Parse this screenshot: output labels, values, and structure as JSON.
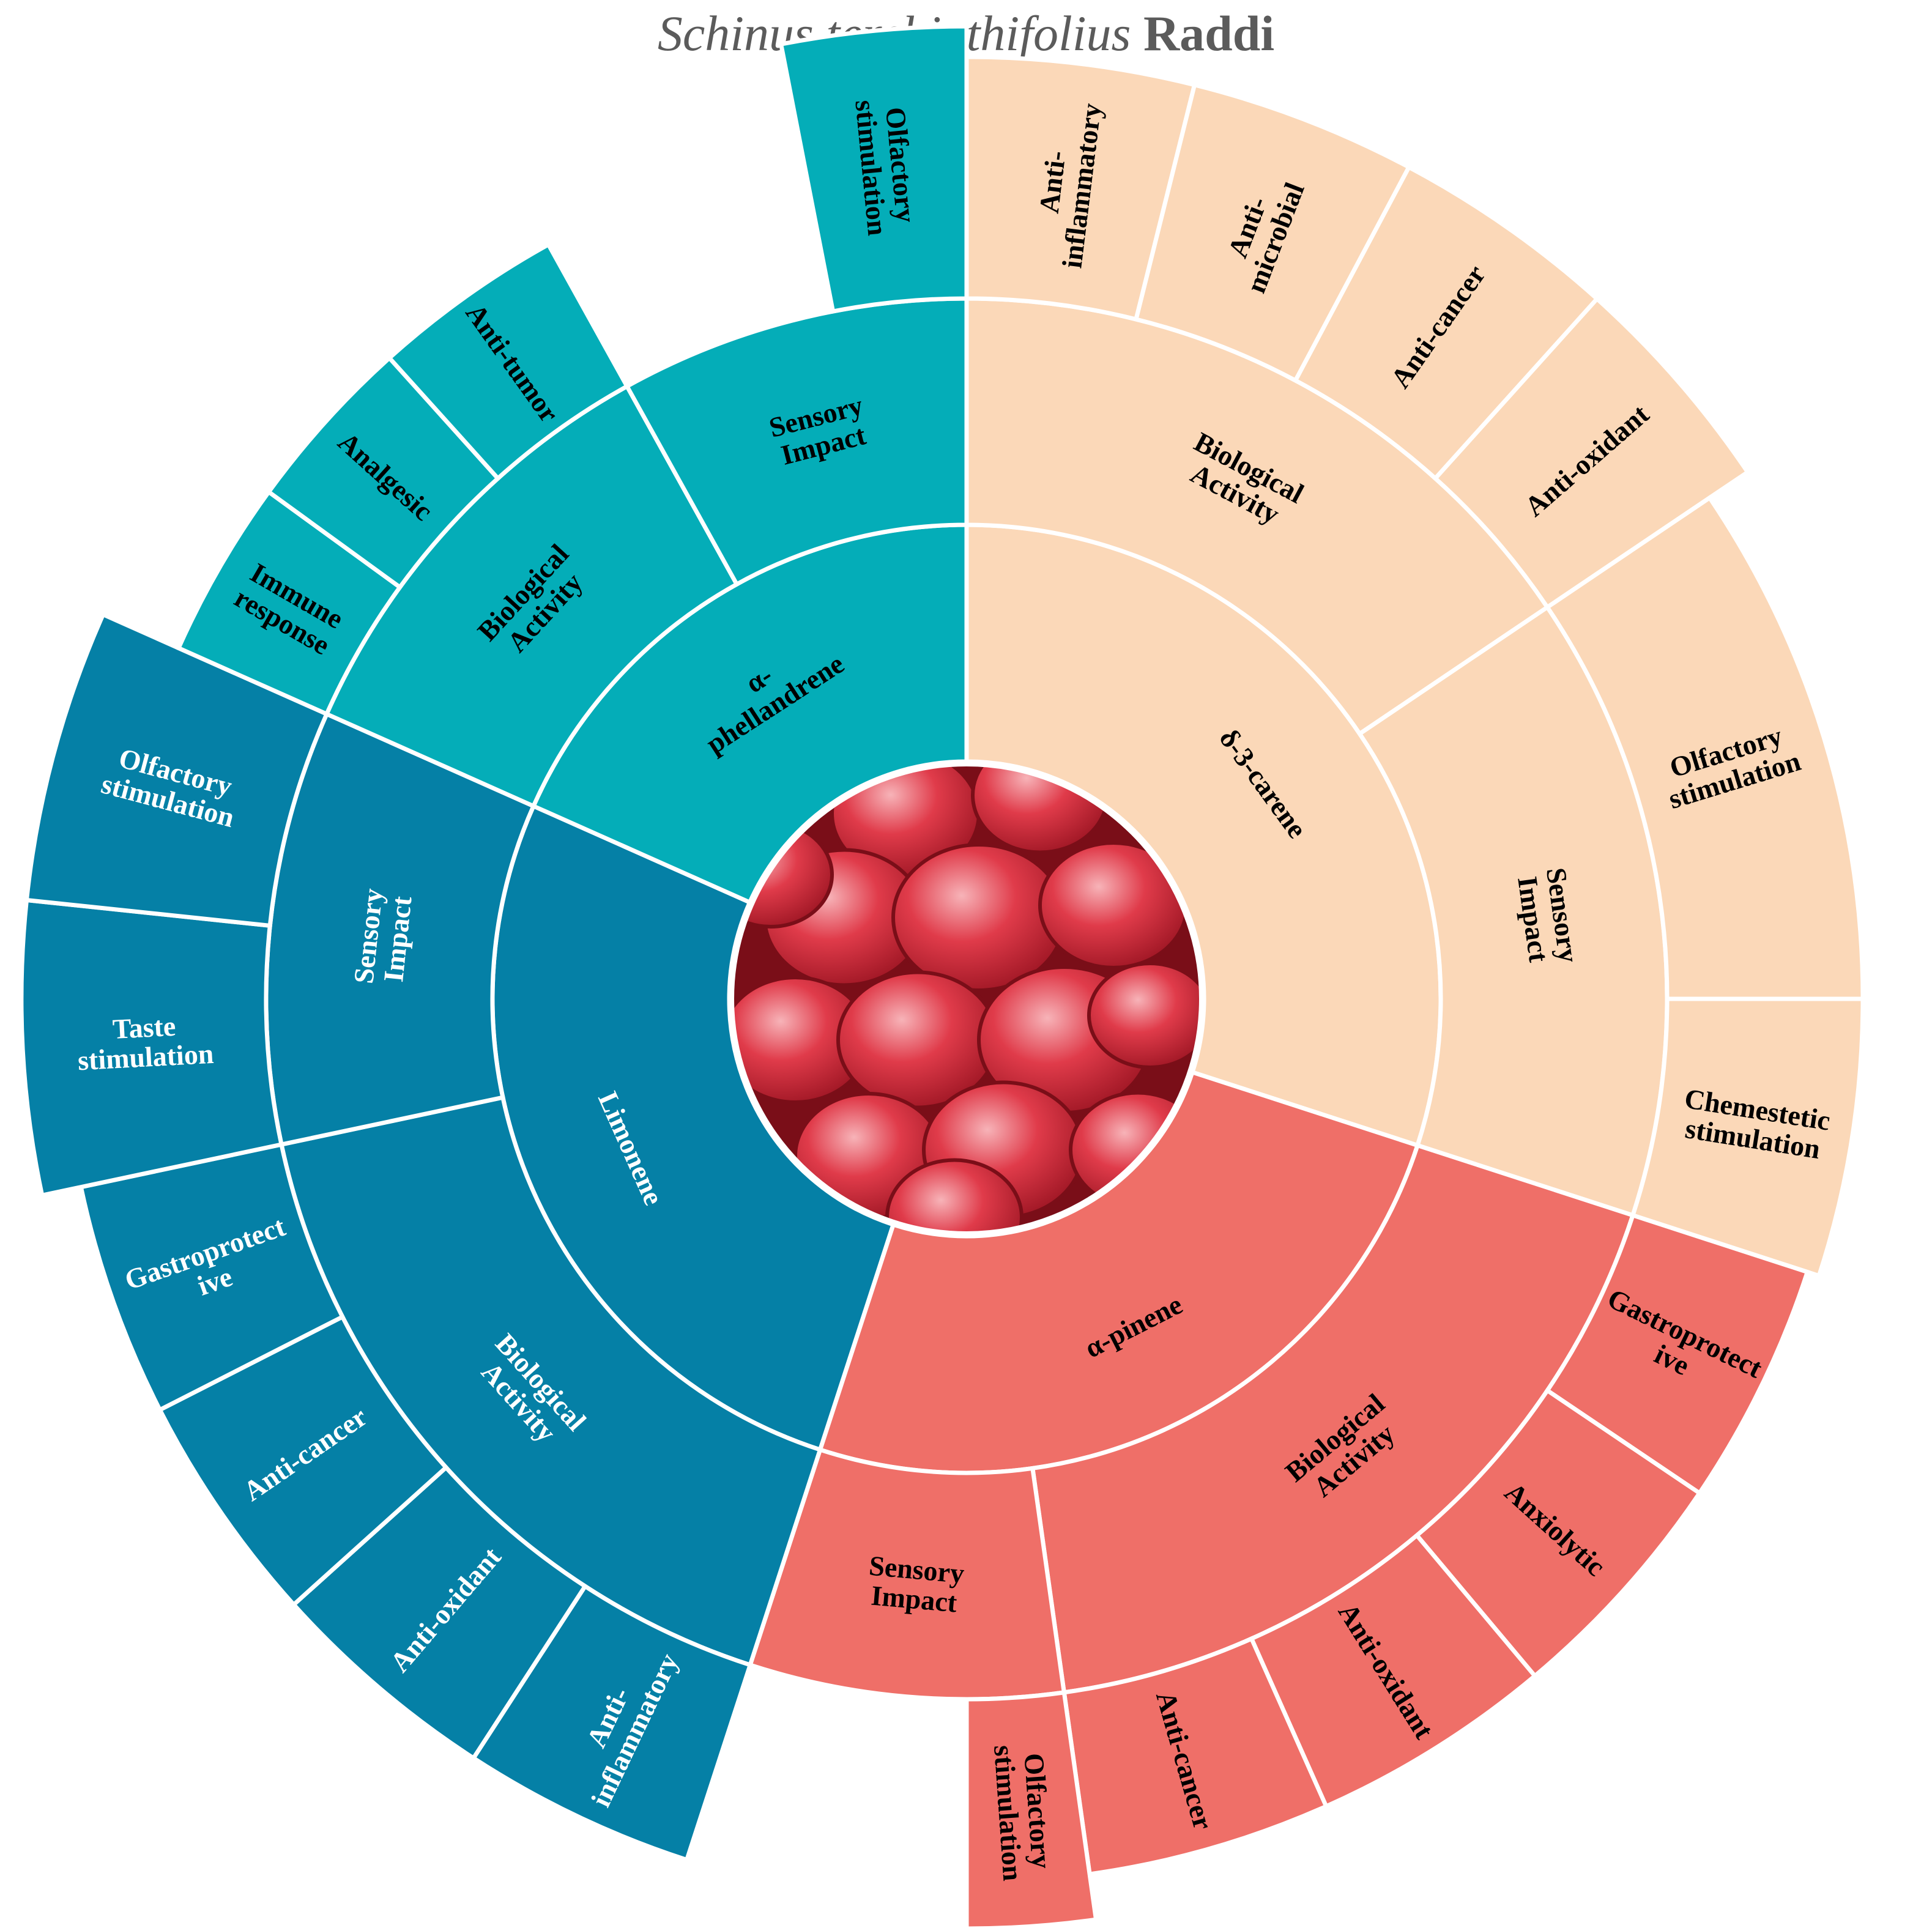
{
  "title": {
    "species": "Schinus terebinthifolius",
    "author": "Raddi"
  },
  "center": {
    "image": "pink peppercorn berries"
  },
  "chart_data": {
    "type": "sunburst",
    "start_angle_deg": 0,
    "direction": "clockwise",
    "rings": [
      "compound",
      "category",
      "effect"
    ],
    "colors": {
      "delta-3-carene": "#fbd8b8",
      "alpha-pinene": "#ef6f68",
      "limonene": "#0580a6",
      "alpha-phellandrene": "#04adb8"
    },
    "label_colors": {
      "delta-3-carene": "#000000",
      "alpha-pinene": "#000000",
      "limonene": "#ffffff",
      "alpha-phellandrene": "#000000"
    },
    "children": [
      {
        "id": "delta-3-carene",
        "name": "δ-3-carene",
        "values_deg": [
          0,
          108
        ],
        "children": [
          {
            "name": "Biological Activity",
            "values_deg": [
              0,
              56
            ],
            "children": [
              {
                "name": "Anti-inflammatory",
                "values_deg": [
                  0,
                  14
                ]
              },
              {
                "name": "Anti-microbial",
                "values_deg": [
                  14,
                  28
                ]
              },
              {
                "name": "Anti-cancer",
                "values_deg": [
                  28,
                  42
                ]
              },
              {
                "name": "Anti-oxidant",
                "values_deg": [
                  42,
                  56
                ]
              }
            ]
          },
          {
            "name": "Sensory Impact",
            "values_deg": [
              56,
              108
            ],
            "children": [
              {
                "name": "Olfactory stimulation",
                "values_deg": [
                  56,
                  90
                ]
              },
              {
                "name": "Chemestetic stimulation",
                "values_deg": [
                  90,
                  108
                ]
              }
            ]
          }
        ]
      },
      {
        "id": "alpha-pinene",
        "name": "α-pinene",
        "values_deg": [
          108,
          198
        ],
        "children": [
          {
            "name": "Biological Activity",
            "values_deg": [
              108,
              172
            ],
            "children": [
              {
                "name": "Gastroprotect ive",
                "values_deg": [
                  108,
                  124
                ]
              },
              {
                "name": "Anxiolytic",
                "values_deg": [
                  124,
                  140
                ]
              },
              {
                "name": "Anti-oxidant",
                "values_deg": [
                  140,
                  156
                ]
              },
              {
                "name": "Anti-cancer",
                "values_deg": [
                  156,
                  172
                ]
              }
            ]
          },
          {
            "name": "Sensory Impact",
            "values_deg": [
              172,
              198
            ],
            "children": [
              {
                "name": "Olfactory stimulation",
                "values_deg": [
                  172,
                  180
                ]
              }
            ]
          }
        ]
      },
      {
        "id": "limonene",
        "name": "Limonene",
        "values_deg": [
          198,
          294
        ],
        "children": [
          {
            "name": "Biological Activity",
            "values_deg": [
              198,
              258
            ],
            "children": [
              {
                "name": "Anti-inflammatory",
                "values_deg": [
                  198,
                  213
                ]
              },
              {
                "name": "Anti-oxidant",
                "values_deg": [
                  213,
                  228
                ]
              },
              {
                "name": "Anti-cancer",
                "values_deg": [
                  228,
                  243
                ]
              },
              {
                "name": "Gastroprotect ive",
                "values_deg": [
                  243,
                  258
                ]
              }
            ]
          },
          {
            "name": "Sensory Impact",
            "values_deg": [
              258,
              294
            ],
            "children": [
              {
                "name": "Taste stimulation",
                "values_deg": [
                  258,
                  276
                ]
              },
              {
                "name": "Olfactory stimulation",
                "values_deg": [
                  276,
                  294
                ]
              }
            ]
          }
        ]
      },
      {
        "id": "alpha-phellandrene",
        "name": "α-phellandrene",
        "values_deg": [
          294,
          360
        ],
        "children": [
          {
            "name": "Biological Activity",
            "values_deg": [
              294,
              331
            ],
            "children": [
              {
                "name": "Immune response",
                "values_deg": [
                  294,
                  306
                ]
              },
              {
                "name": "Analgesic",
                "values_deg": [
                  306,
                  318
                ]
              },
              {
                "name": "Anti-tumor",
                "values_deg": [
                  318,
                  331
                ]
              }
            ]
          },
          {
            "name": "Sensory Impact",
            "values_deg": [
              331,
              360
            ],
            "children": [
              {
                "name": "Olfactory stimulation",
                "values_deg": [
                  349,
                  360
                ]
              }
            ]
          }
        ]
      }
    ]
  }
}
